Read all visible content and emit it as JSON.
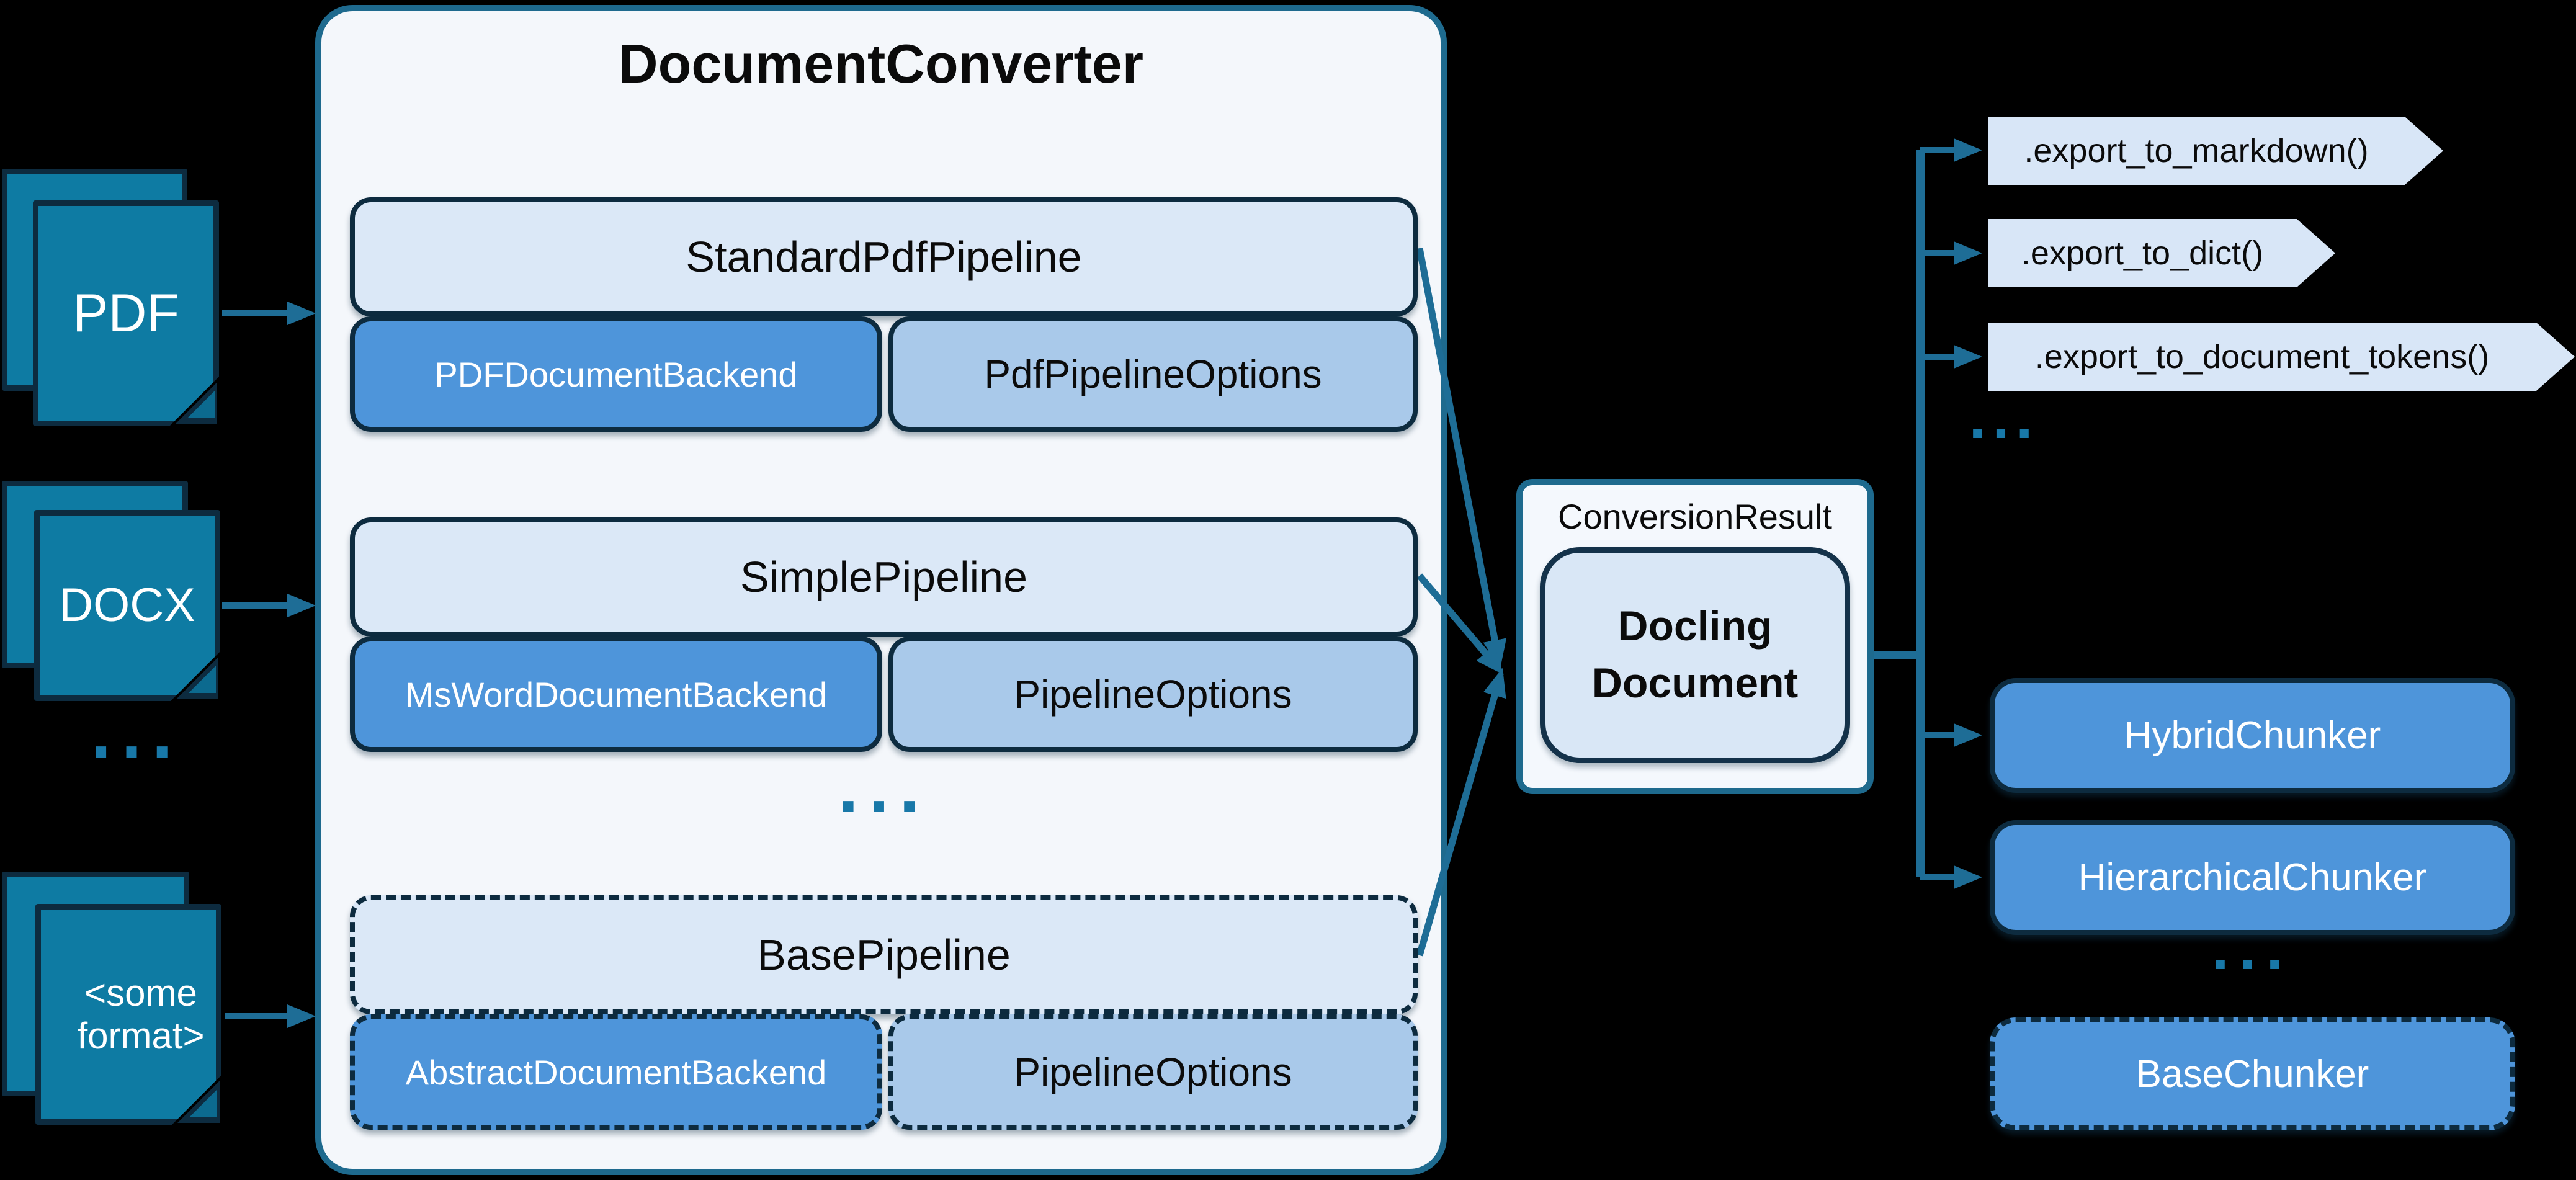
{
  "colors": {
    "background": "#000000",
    "container_fill": "#f4f7fb",
    "container_border": "#1e6a8e",
    "header_fill": "#dbe8f7",
    "backend_fill": "#4e95da",
    "options_fill": "#a9c9ea",
    "dark_border": "#0d2b3f",
    "page_teal": "#0e7ba3",
    "arrow_teal": "#1e6d96",
    "docling_fill": "#d9e7f6",
    "tag_fill": "#d8e6f7",
    "dots_teal": "#1878a8"
  },
  "inputs": [
    {
      "label": "PDF"
    },
    {
      "label": "DOCX"
    },
    {
      "label": "<some format>"
    }
  ],
  "inputs_ellipsis": "...",
  "converter": {
    "title": "DocumentConverter",
    "ellipsis": "...",
    "pipelines": [
      {
        "name": "StandardPdfPipeline",
        "backend": "PDFDocumentBackend",
        "options": "PdfPipelineOptions"
      },
      {
        "name": "SimplePipeline",
        "backend": "MsWordDocumentBackend",
        "options": "PipelineOptions"
      },
      {
        "name": "BasePipeline",
        "backend": "AbstractDocumentBackend",
        "options": "PipelineOptions"
      }
    ]
  },
  "result": {
    "label": "ConversionResult",
    "document": "Docling Document"
  },
  "exports": {
    "methods": [
      ".export_to_markdown()",
      ".export_to_dict()",
      ".export_to_document_tokens()"
    ],
    "ellipsis": "..."
  },
  "chunkers": {
    "items": [
      "HybridChunker",
      "HierarchicalChunker"
    ],
    "ellipsis": "...",
    "base": "BaseChunker"
  }
}
